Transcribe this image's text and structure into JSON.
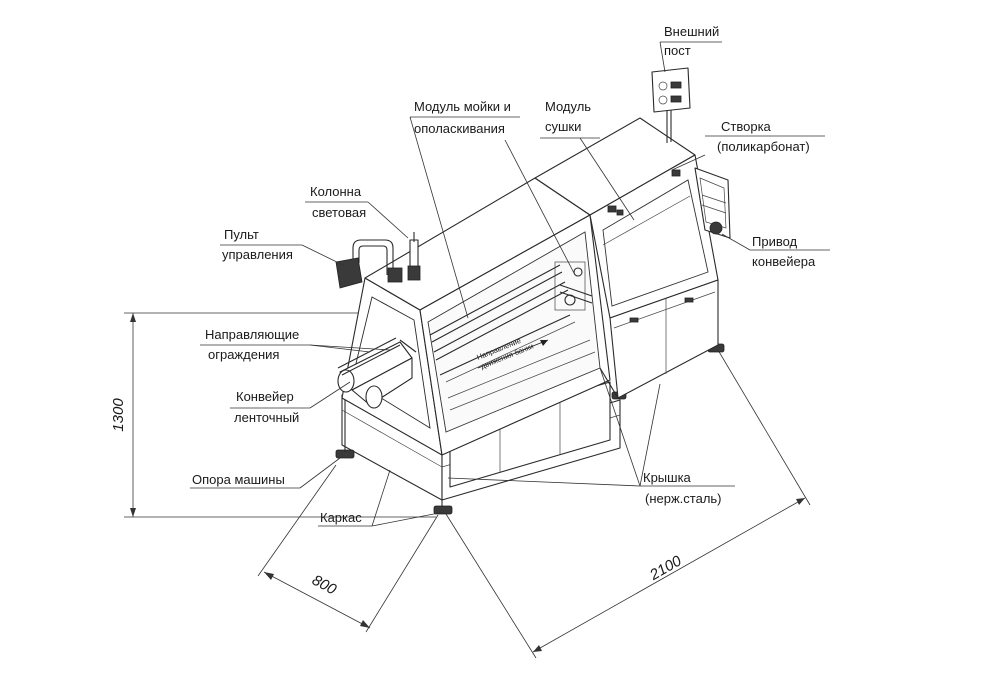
{
  "labels": {
    "external_post": [
      "Внешний",
      "пост"
    ],
    "wash_module": [
      "Модуль мойки и",
      "ополаскивания"
    ],
    "dry_module": [
      "Модуль",
      "сушки"
    ],
    "sash": [
      "Створка",
      "(поликарбонат)"
    ],
    "light_column": [
      "Колонна",
      "световая"
    ],
    "control_panel": [
      "Пульт",
      "управления"
    ],
    "conveyor_drive": [
      "Привод",
      "конвейера"
    ],
    "guide_rails": [
      "Направляющие",
      "ограждения"
    ],
    "belt_conveyor": [
      "Конвейер",
      "ленточный"
    ],
    "machine_support": "Опора машины",
    "frame": "Каркас",
    "cover": [
      "Крышка",
      "(нерж.сталь)"
    ],
    "flow_direction": [
      "Направление",
      "движения банки"
    ]
  },
  "dimensions": {
    "height": "1300",
    "width": "800",
    "length": "2100"
  }
}
